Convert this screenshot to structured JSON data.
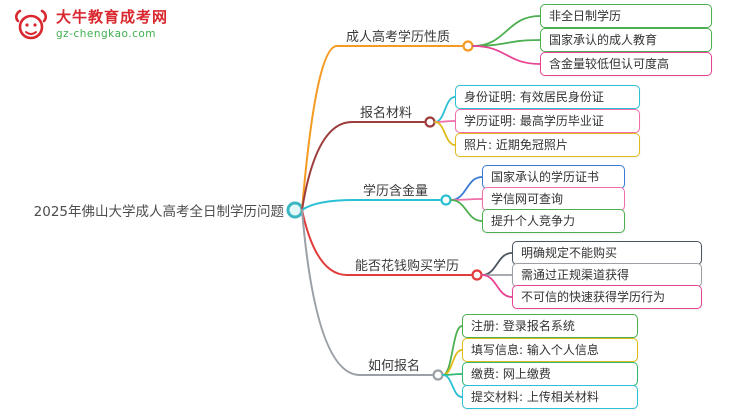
{
  "logo": {
    "name": "大牛教育成考网",
    "domain": "gz-chengkao.com",
    "name_color": "#d9272e",
    "domain_color": "#3faf4e"
  },
  "root": {
    "label": "2025年佛山大学成人高考全日制学历问题",
    "color": "#3bb7c4"
  },
  "branches": [
    {
      "label": "成人高考学历性质",
      "color": "#f59a23",
      "children": [
        {
          "label": "非全日制学历",
          "color": "#4caf50"
        },
        {
          "label": "国家承认的成人教育",
          "color": "#4caf50"
        },
        {
          "label": "含金量较低但认可度高",
          "color": "#e84393"
        }
      ]
    },
    {
      "label": "报名材料",
      "color": "#9d3c3c",
      "children": [
        {
          "label": "身份证明: 有效居民身份证",
          "color": "#2bc0d4"
        },
        {
          "label": "学历证明: 最高学历毕业证",
          "color": "#f06eaa"
        },
        {
          "label": "照片: 近期免冠照片",
          "color": "#e0bb1a"
        }
      ]
    },
    {
      "label": "学历含金量",
      "color": "#2bc0d4",
      "children": [
        {
          "label": "国家承认的学历证书",
          "color": "#3a7bd5"
        },
        {
          "label": "学信网可查询",
          "color": "#f06eaa"
        },
        {
          "label": "提升个人竞争力",
          "color": "#4caf50"
        }
      ]
    },
    {
      "label": "能否花钱购买学历",
      "color": "#e23b3b",
      "children": [
        {
          "label": "明确规定不能购买",
          "color": "#4a5560"
        },
        {
          "label": "需通过正规渠道获得",
          "color": "#9aa0a6"
        },
        {
          "label": "不可信的快速获得学历行为",
          "color": "#e84393"
        }
      ]
    },
    {
      "label": "如何报名",
      "color": "#9aa0a6",
      "children": [
        {
          "label": "注册: 登录报名系统",
          "color": "#4caf50"
        },
        {
          "label": "填写信息: 输入个人信息",
          "color": "#e0bb1a"
        },
        {
          "label": "缴费: 网上缴费",
          "color": "#2eb872"
        },
        {
          "label": "提交材料: 上传相关材料",
          "color": "#2bc0d4"
        }
      ]
    }
  ]
}
